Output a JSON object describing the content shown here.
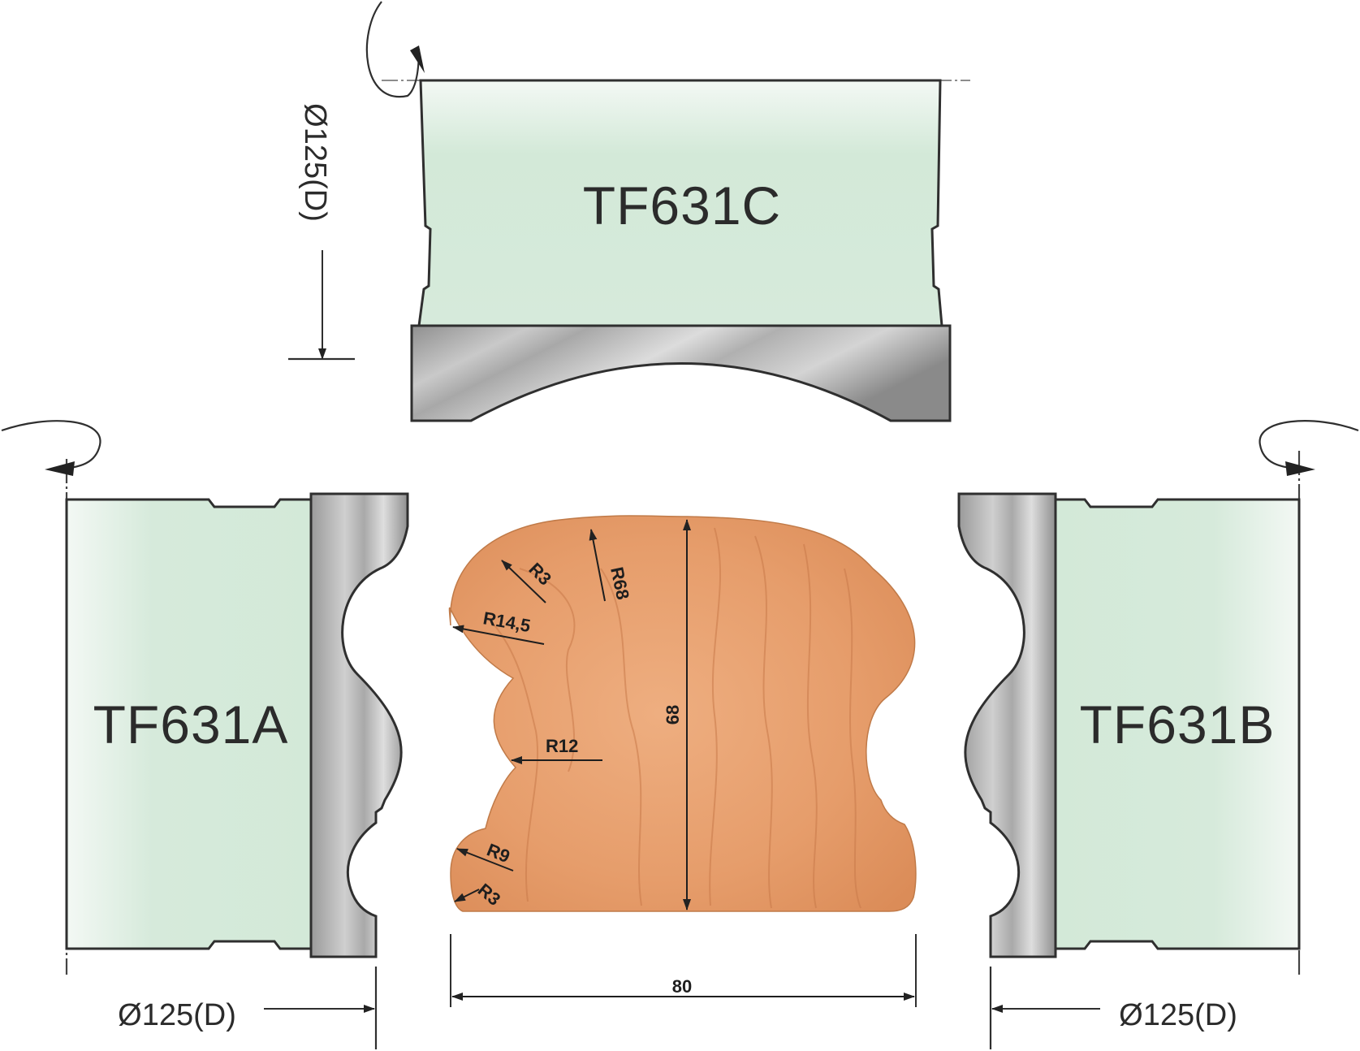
{
  "cutters": {
    "top": {
      "label": "TF631C",
      "diameter": "Ø125(D)"
    },
    "left": {
      "label": "TF631A",
      "diameter": "Ø125(D)"
    },
    "right": {
      "label": "TF631B",
      "diameter": "Ø125(D)"
    }
  },
  "profile": {
    "width": "80",
    "height": "68",
    "radii": [
      "R68",
      "R3",
      "R14,5",
      "R12",
      "R9",
      "R3"
    ]
  },
  "colors": {
    "cutter_body": "#d6eadb",
    "blade": "#b3b3b3",
    "wood": "#e8a070",
    "line": "#2f2f2f"
  }
}
